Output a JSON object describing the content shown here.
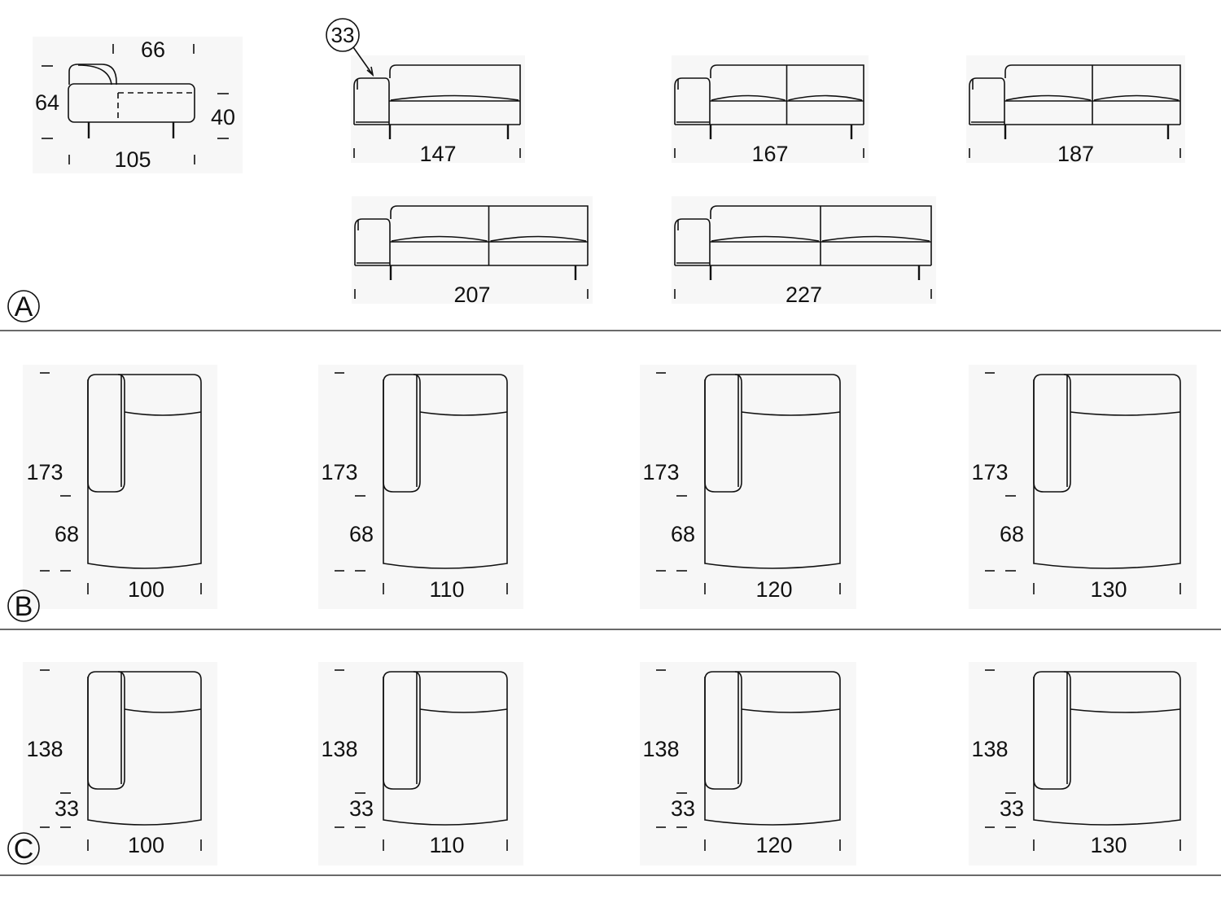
{
  "sections": [
    {
      "letter": "A",
      "side_view": {
        "depth_top": "66",
        "height": "64",
        "seat_height": "40",
        "depth": "105"
      },
      "callout": "33",
      "widths": [
        "147",
        "167",
        "187",
        "207",
        "227"
      ]
    },
    {
      "letter": "B",
      "modules": [
        {
          "width": "100",
          "depth": "173",
          "arm_depth": "68"
        },
        {
          "width": "110",
          "depth": "173",
          "arm_depth": "68"
        },
        {
          "width": "120",
          "depth": "173",
          "arm_depth": "68"
        },
        {
          "width": "130",
          "depth": "173",
          "arm_depth": "68"
        }
      ]
    },
    {
      "letter": "C",
      "modules": [
        {
          "width": "100",
          "depth": "138",
          "arm_depth": "33"
        },
        {
          "width": "110",
          "depth": "138",
          "arm_depth": "33"
        },
        {
          "width": "120",
          "depth": "138",
          "arm_depth": "33"
        },
        {
          "width": "130",
          "depth": "138",
          "arm_depth": "33"
        }
      ]
    }
  ],
  "colors": {
    "line": "#111111",
    "background": "#ffffff",
    "panel": "#f7f7f7"
  }
}
